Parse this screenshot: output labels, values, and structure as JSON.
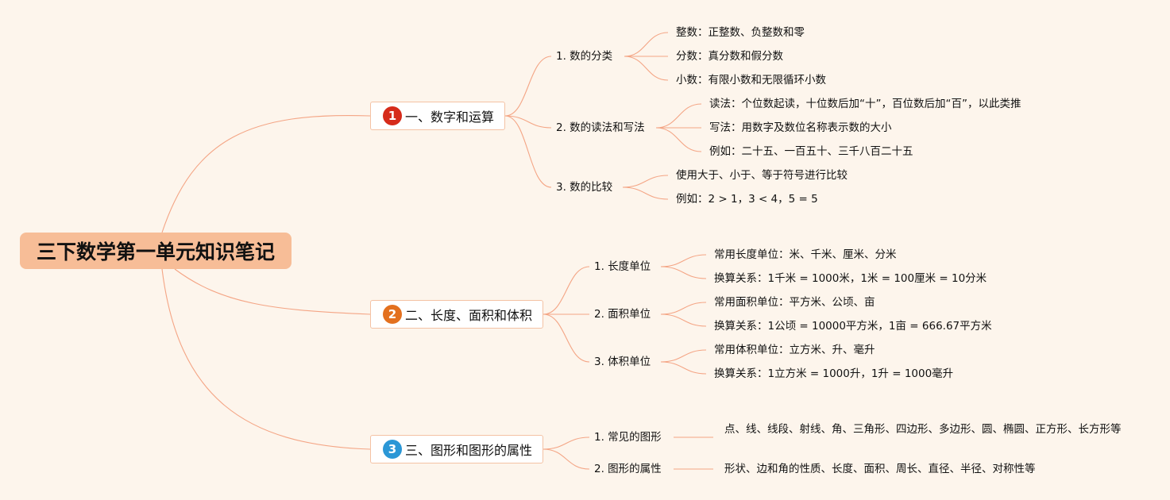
{
  "root": {
    "label": "三下数学第一单元知识笔记"
  },
  "colors": {
    "line": "#f4a585",
    "root_bg": "#f7bd97",
    "box_border": "#f4c2a4",
    "background": "#fdf5ec"
  },
  "branches": [
    {
      "badge": "1",
      "badge_color": "#d62b1a",
      "label": "一、数字和运算",
      "topics": [
        {
          "label": "1. 数的分类",
          "leaves": [
            "整数：正整数、负整数和零",
            "分数：真分数和假分数",
            "小数：有限小数和无限循环小数"
          ]
        },
        {
          "label": "2. 数的读法和写法",
          "leaves": [
            "读法：个位数起读，十位数后加“十”，百位数后加“百”，以此类推",
            "写法：用数字及数位名称表示数的大小",
            "例如：二十五、一百五十、三千八百二十五"
          ]
        },
        {
          "label": "3. 数的比较",
          "leaves": [
            "使用大于、小于、等于符号进行比较",
            "例如：2 > 1，3 < 4，5 = 5"
          ]
        }
      ]
    },
    {
      "badge": "2",
      "badge_color": "#e3701e",
      "label": "二、长度、面积和体积",
      "topics": [
        {
          "label": "1. 长度单位",
          "leaves": [
            "常用长度单位：米、千米、厘米、分米",
            "换算关系：1千米 = 1000米，1米 = 100厘米 = 10分米"
          ]
        },
        {
          "label": "2. 面积单位",
          "leaves": [
            "常用面积单位：平方米、公顷、亩",
            "换算关系：1公顷 = 10000平方米，1亩 = 666.67平方米"
          ]
        },
        {
          "label": "3. 体积单位",
          "leaves": [
            "常用体积单位：立方米、升、毫升",
            "换算关系：1立方米 = 1000升，1升 = 1000毫升"
          ]
        }
      ]
    },
    {
      "badge": "3",
      "badge_color": "#2b97d6",
      "label": "三、图形和图形的属性",
      "topics": [
        {
          "label": "1. 常见的图形",
          "leaves": [
            "点、线、线段、射线、角、三角形、四边形、多边形、圆、椭圆、正方形、长方形等"
          ]
        },
        {
          "label": "2. 图形的属性",
          "leaves": [
            "形状、边和角的性质、长度、面积、周长、直径、半径、对称性等"
          ]
        }
      ]
    }
  ]
}
